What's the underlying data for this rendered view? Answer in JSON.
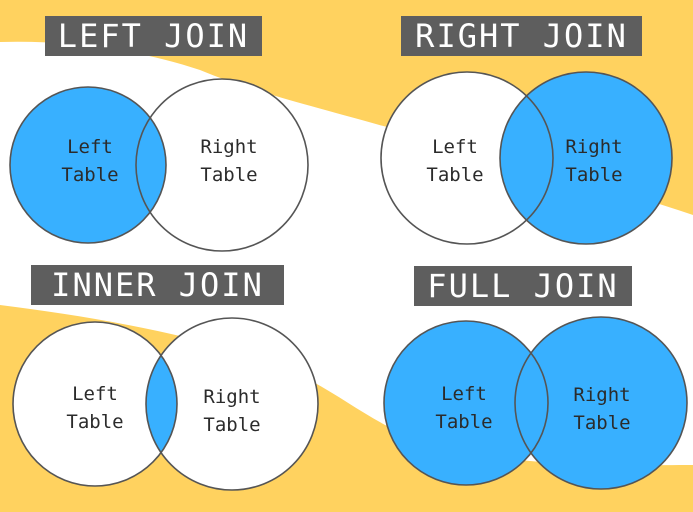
{
  "colors": {
    "background": "#ffffff",
    "band": "#ffd25f",
    "highlight": "#38b0ff",
    "outline": "#555555",
    "title_bg": "#5e5e5e",
    "title_text": "#ffffff",
    "label_text": "#2b2b2b"
  },
  "joins": [
    {
      "title": "LEFT JOIN",
      "left_line1": "Left",
      "left_line2": "Table",
      "right_line1": "Right",
      "right_line2": "Table",
      "fill": "left"
    },
    {
      "title": "RIGHT JOIN",
      "left_line1": "Left",
      "left_line2": "Table",
      "right_line1": "Right",
      "right_line2": "Table",
      "fill": "right"
    },
    {
      "title": "INNER JOIN",
      "left_line1": "Left",
      "left_line2": "Table",
      "right_line1": "Right",
      "right_line2": "Table",
      "fill": "inner"
    },
    {
      "title": "FULL JOIN",
      "left_line1": "Left",
      "left_line2": "Table",
      "right_line1": "Right",
      "right_line2": "Table",
      "fill": "full"
    }
  ]
}
